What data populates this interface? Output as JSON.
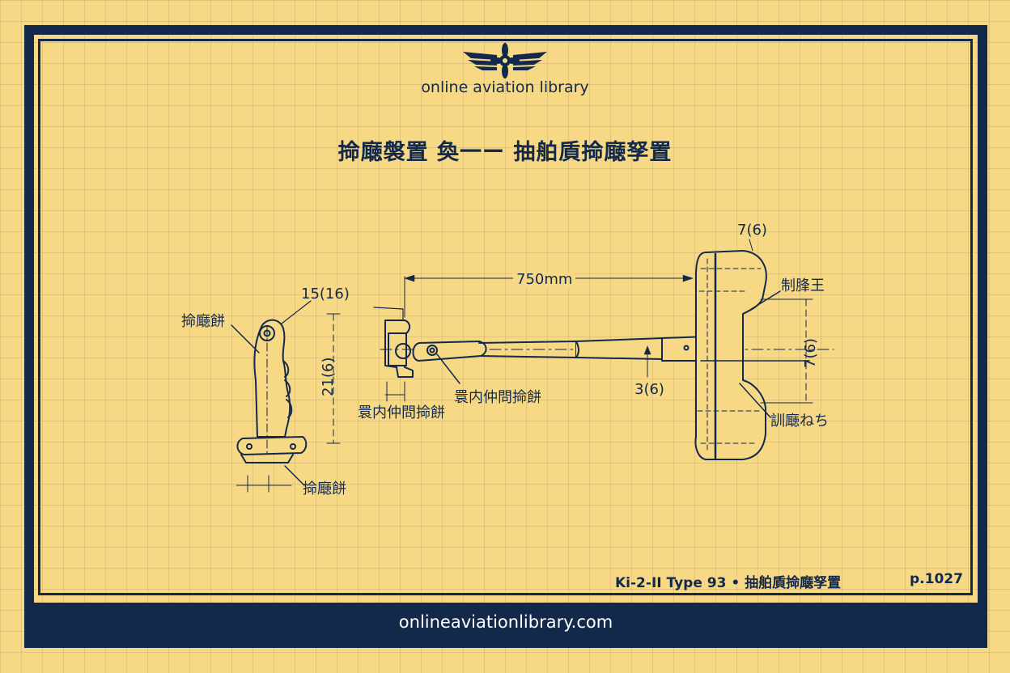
{
  "header": {
    "site_name": "online aviation library",
    "title": "掵廰褩置 奐一ー 抽舶貭掵廰孥置"
  },
  "diagram": {
    "stick_label_top": "掵廰餅",
    "stick_label_base": "掵廰餅",
    "dim_stick_width": "15(16)",
    "dim_stick_height": "21(6)",
    "dim_rod_length": "750mm",
    "pivot_label_right": "睘内仲問掵餅",
    "pivot_label_left": "睘内仲問掵餅",
    "dim_rod_small": "3(6)",
    "dim_pedal_top": "7(6)",
    "pedal_label_top": "制䏺王",
    "dim_pedal_height": "7(6)",
    "pedal_label_bottom": "訓廰ねち"
  },
  "caption": {
    "text": "Ki-2-II Type 93 • 抽舶貭掵廰孥置",
    "page": "p.1027"
  },
  "footer": {
    "url": "onlineaviationlibrary.com"
  },
  "colors": {
    "background": "#f7d985",
    "ink": "#13294b",
    "footer_bar": "#13294b",
    "footer_text": "#ffffff"
  },
  "icons": {
    "logo": "winged-propeller-icon"
  }
}
